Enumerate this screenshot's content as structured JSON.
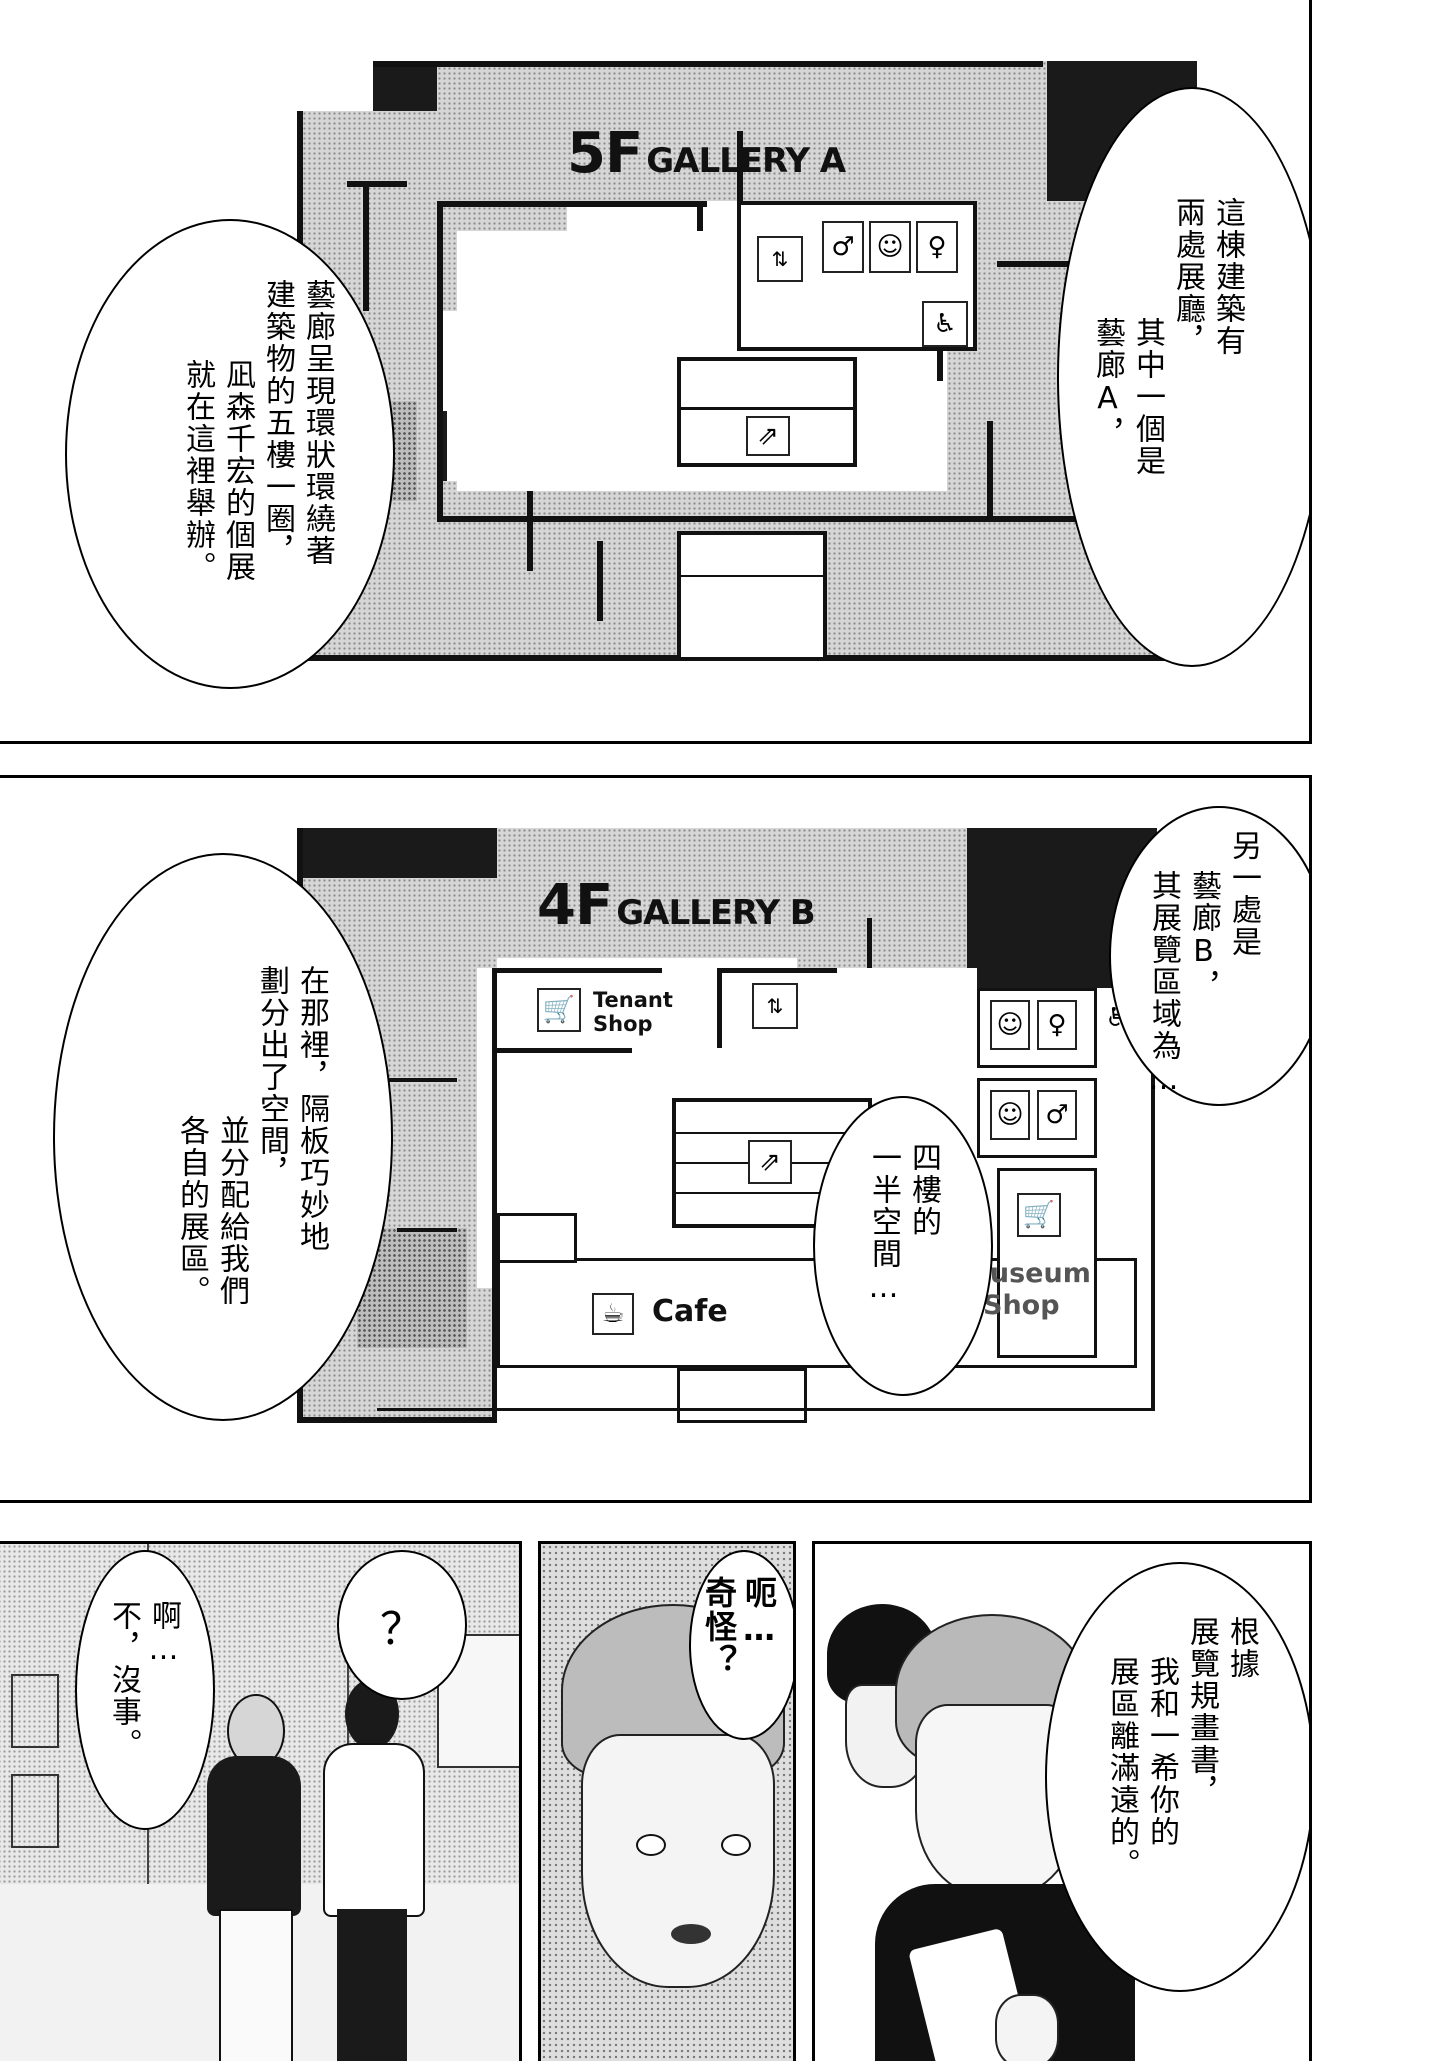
{
  "panel1": {
    "floor_number": "5F",
    "gallery_label": "GALLERY A",
    "bubble_left": [
      "藝廊呈現環狀環繞著",
      "建築物的五樓一圈，",
      "凪森千宏的個展",
      "就在這裡舉辦。"
    ],
    "bubble_right": [
      "這棟建築有",
      "兩處展廳，",
      "其中一個是",
      "藝廊A，"
    ]
  },
  "panel2": {
    "floor_number": "4F",
    "gallery_label": "GALLERY B",
    "tenant_shop_line1": "Tenant",
    "tenant_shop_line2": "Shop",
    "museum_shop_line1": "Museum",
    "museum_shop_line2": "Shop",
    "cafe_label": "Cafe",
    "bubble_left": [
      "在那裡，隔板巧妙地",
      "劃分出了空間，",
      "並分配給我們",
      "各自的展區。"
    ],
    "bubble_right": [
      "另一處是",
      "藝廊B，",
      "其展覽區域為…"
    ],
    "bubble_center": [
      "四樓的",
      "一半空間…"
    ]
  },
  "panel3": {
    "bubble_left": [
      "啊…",
      "不，沒事。"
    ],
    "bubble_question": "？"
  },
  "panel4": {
    "bubble": [
      "呃…",
      "奇怪？"
    ]
  },
  "panel5": {
    "bubble": [
      "根據",
      "展覽規畫書，",
      "我和一希你的",
      "展區離滿遠的。"
    ]
  },
  "icons": {
    "elevator": "elevator-icon",
    "toilet_male": "male-toilet-icon",
    "toilet_female": "female-toilet-icon",
    "baby": "baby-room-icon",
    "wheelchair": "wheelchair-icon",
    "escalator": "escalator-icon",
    "cart": "shopping-cart-icon",
    "coffee": "coffee-cup-icon"
  }
}
